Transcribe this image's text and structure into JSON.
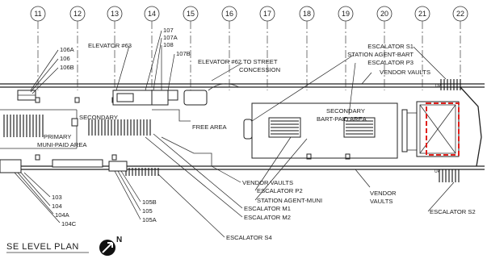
{
  "grid_lines": [
    "11",
    "12",
    "13",
    "14",
    "15",
    "16",
    "17",
    "18",
    "19",
    "20",
    "21",
    "22"
  ],
  "labels": {
    "room_106a": "106A",
    "room_106": "106",
    "room_106b": "106B",
    "elevator_63": "ELEVATOR #63",
    "room_107": "107",
    "room_107a": "107A",
    "room_108": "108",
    "room_107b": "107B",
    "elevator_62": "ELEVATOR #62 TO STREET",
    "concession": "CONCESSION",
    "escalator_s1": "ESCALATOR S1",
    "station_agent_bart": "STATION AGENT-BART",
    "escalator_p3": "ESCALATOR P3",
    "vendor_vaults_top": "VENDOR VAULTS",
    "secondary_left": "SECONDARY",
    "primary": "PRIMARY",
    "muni_paid_area": "MUNI-PAID AREA",
    "free_area": "FREE AREA",
    "secondary_right": "SECONDARY",
    "bart_paid_area": "BART-PAID AREA",
    "room_103": "103",
    "room_104": "104",
    "room_104a": "104A",
    "room_104c": "104C",
    "room_105b": "105B",
    "room_105": "105",
    "room_105a": "105A",
    "vendor_vaults_bottom_left": "VENDOR VAULTS",
    "escalator_p2": "ESCALATOR P2",
    "station_agent_muni": "STATION AGENT-MUNI",
    "escalator_m1": "ESCALATOR M1",
    "escalator_m2": "ESCALATOR M2",
    "escalator_s4": "ESCALATOR S4",
    "vendor_line1": "VENDOR",
    "vendor_line2": "VAULTS",
    "escalator_s2": "ESCALATOR S2",
    "up_top": "UP",
    "up_bottom": "UP"
  },
  "plan_title": "SE LEVEL PLAN",
  "north_label": "N",
  "highlight_color": "#e0201c"
}
